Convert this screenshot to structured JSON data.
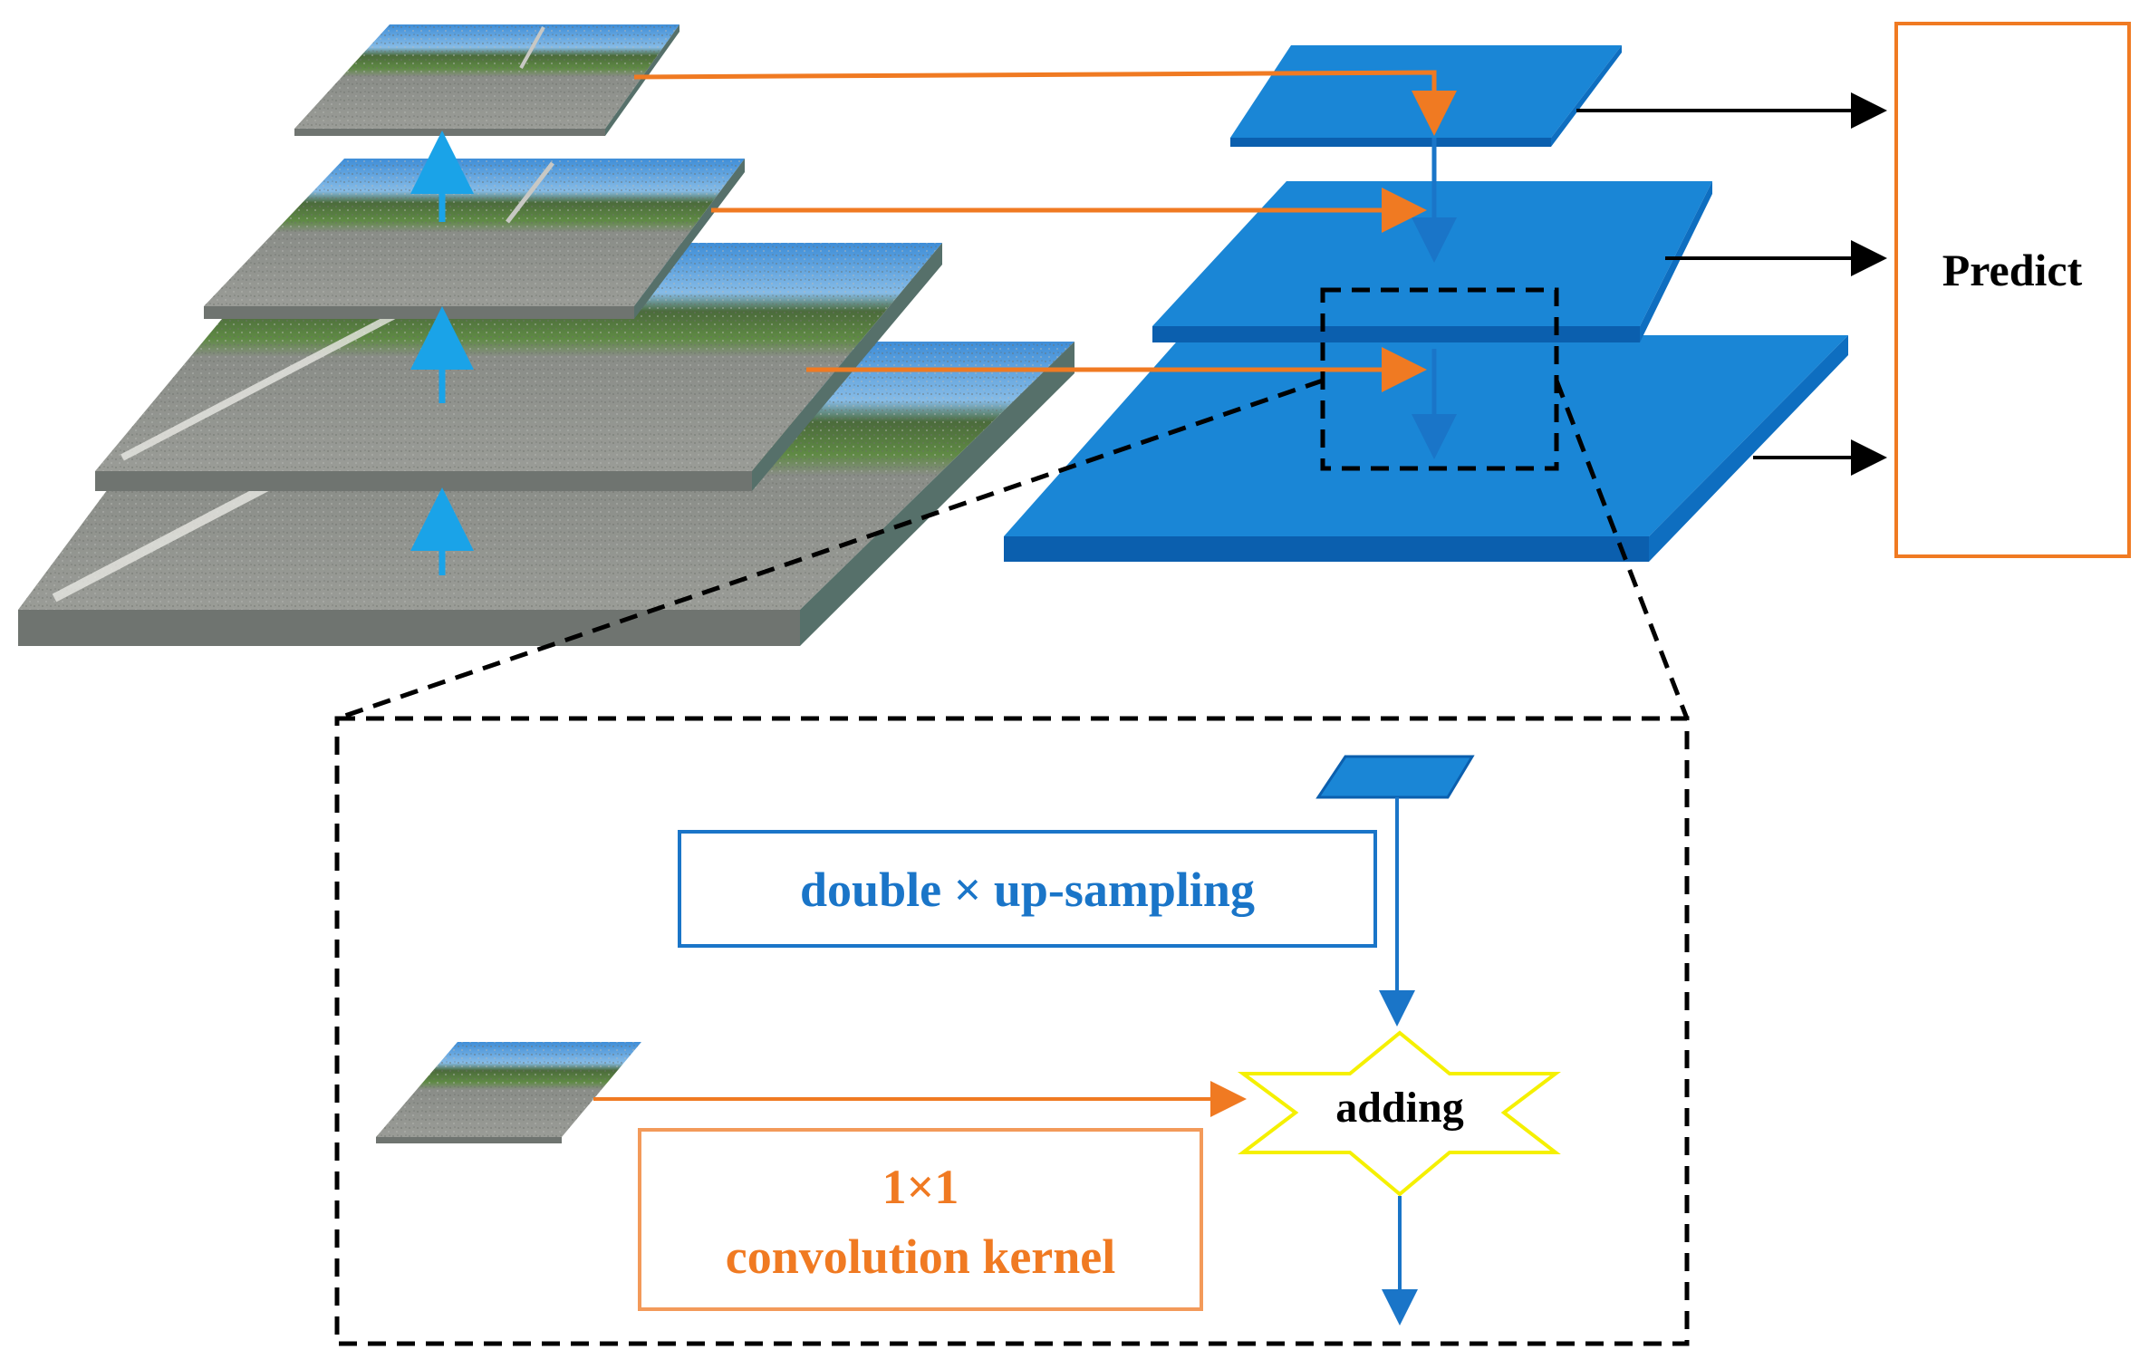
{
  "labels": {
    "predict": "Predict",
    "upsampling": "double × up-sampling",
    "conv_line1": "1×1",
    "conv_line2": "convolution kernel",
    "adding": "adding"
  },
  "colors": {
    "blue_layer": "#1a86d6",
    "blue_edge": "#0b5fae",
    "blue_arrow": "#1a75c8",
    "cyan_arrow": "#1aa3e8",
    "orange": "#f07a22",
    "orange_box": "#f39a5a",
    "yellow": "#f5f000",
    "black": "#000000",
    "sky": "#5aa3dd",
    "grass": "#4f7a3a",
    "asphalt": "#8e918c"
  }
}
